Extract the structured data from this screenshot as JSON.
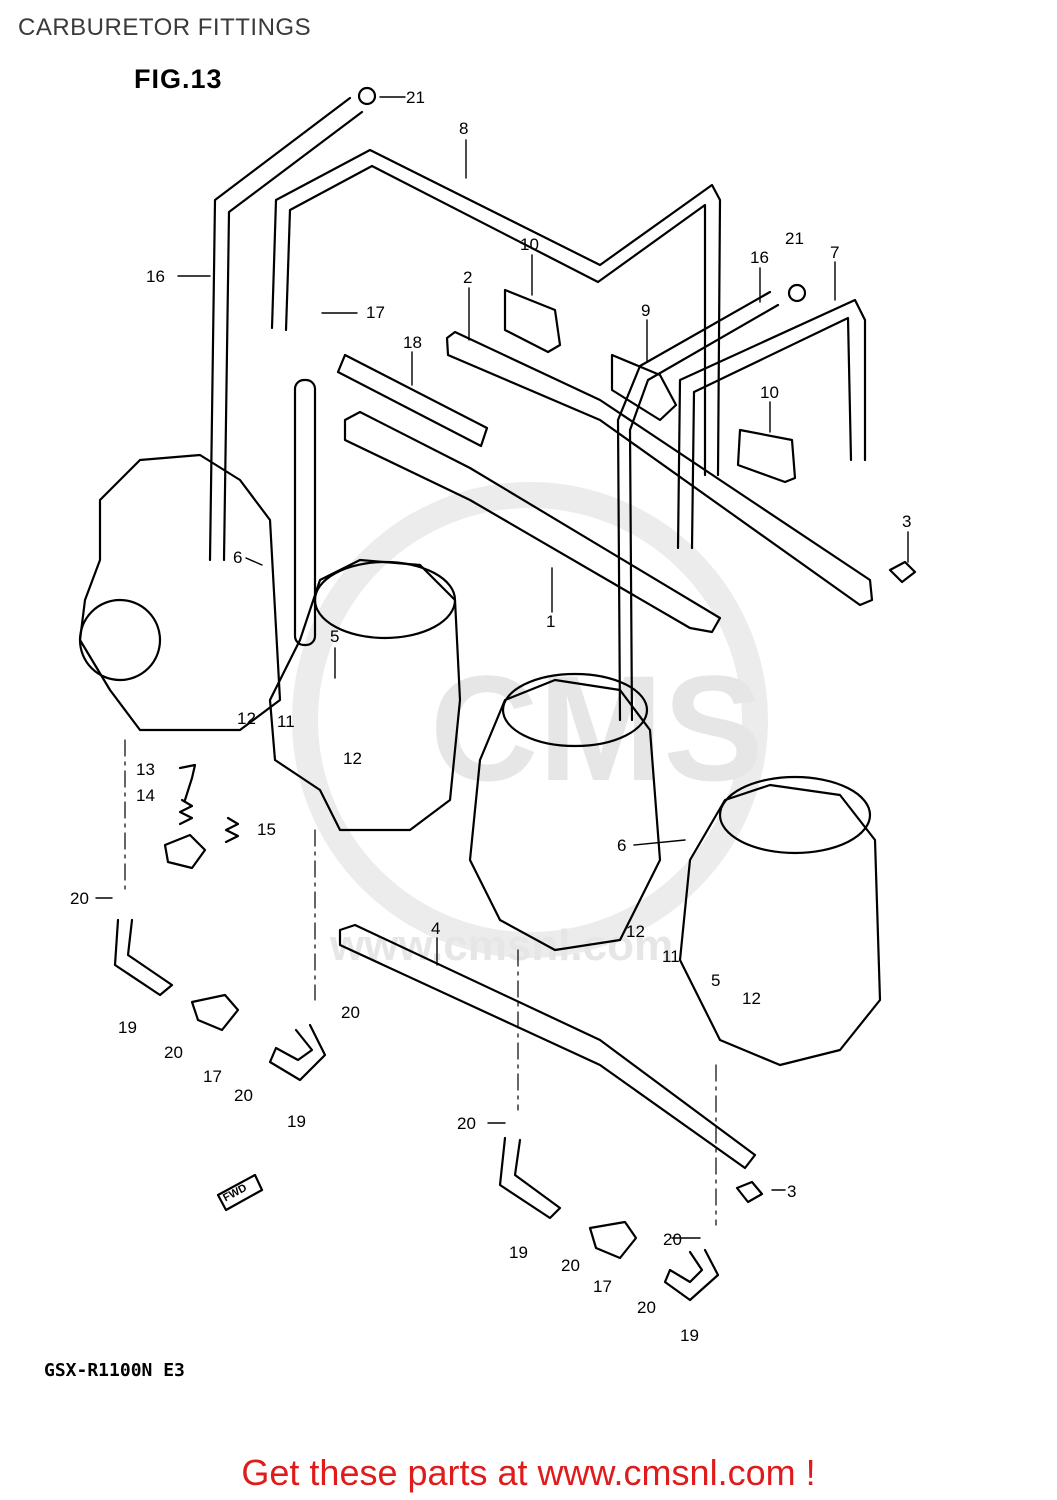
{
  "header": {
    "title": "CARBURETOR FITTINGS",
    "figure": "FIG.13"
  },
  "model": "GSX-R1100N E3",
  "footer": {
    "link_text": "Get these parts at www.cmsnl.com !",
    "color": "#e01b1b"
  },
  "watermark": {
    "brand": "CMS",
    "url": "www.cmsnl.com"
  },
  "direction_marker": "FWD",
  "callouts": {
    "c1": "1",
    "c2": "2",
    "c3a": "3",
    "c3b": "3",
    "c4": "4",
    "c5a": "5",
    "c5b": "5",
    "c6a": "6",
    "c6b": "6",
    "c7": "7",
    "c8": "8",
    "c9": "9",
    "c10a": "10",
    "c10b": "10",
    "c11a": "11",
    "c11b": "11",
    "c12a": "12",
    "c12b": "12",
    "c12c": "12",
    "c12d": "12",
    "c13": "13",
    "c14": "14",
    "c15": "15",
    "c16a": "16",
    "c16b": "16",
    "c17a": "17",
    "c17b": "17",
    "c17c": "17",
    "c18": "18",
    "c19a": "19",
    "c19b": "19",
    "c19c": "19",
    "c19d": "19",
    "c20a": "20",
    "c20b": "20",
    "c20c": "20",
    "c20d": "20",
    "c20e": "20",
    "c20f": "20",
    "c20g": "20",
    "c20h": "20",
    "c21a": "21",
    "c21b": "21"
  }
}
